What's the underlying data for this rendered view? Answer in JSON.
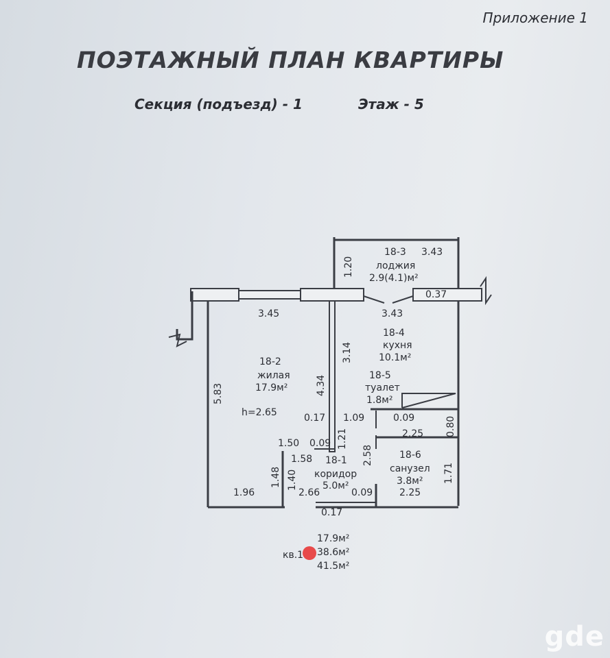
{
  "header": {
    "appendix": "Приложение 1",
    "title": "ПОЭТАЖНЫЙ ПЛАН КВАРТИРЫ",
    "section": "Секция (подъезд) - 1",
    "floor": "Этаж - 5"
  },
  "rooms": [
    {
      "id": "18-3",
      "name": "лоджия",
      "area": "2.9(4.1)м²"
    },
    {
      "id": "18-4",
      "name": "кухня",
      "area": "10.1м²"
    },
    {
      "id": "18-2",
      "name": "жилая",
      "area": "17.9м²"
    },
    {
      "id": "18-5",
      "name": "туалет",
      "area": "1.8м²"
    },
    {
      "id": "18-1",
      "name": "коридор",
      "area": "5.0м²"
    },
    {
      "id": "18-6",
      "name": "санузел",
      "area": "3.8м²"
    }
  ],
  "height": "h=2.65",
  "dimensions": {
    "loggia_width": "3.43",
    "loggia_depth": "1.20",
    "wall_stub": "0.37",
    "living_width": "3.45",
    "kitchen_width": "3.43",
    "kitchen_depth": "3.14",
    "living_length": "5.83",
    "living_partition": "4.34",
    "wall_017_a": "0.17",
    "toilet_width": "1.09",
    "wall_009_a": "0.09",
    "toilet_depth": "0.80",
    "bath_width_top": "2.25",
    "niche_150": "1.50",
    "wall_009_b": "0.09",
    "corr_121": "1.21",
    "corr_258": "2.58",
    "corr_158": "1.58",
    "dim_148": "1.48",
    "dim_140": "1.40",
    "bath_depth": "1.71",
    "dim_196": "1.96",
    "corr_266": "2.66",
    "wall_009_c": "0.09",
    "bath_width_bottom": "2.25",
    "wall_017_b": "0.17"
  },
  "totals": {
    "apt_label": "кв.1",
    "living_area": "17.9м²",
    "total_area": "38.6м²",
    "total_with_loggia": "41.5м²"
  },
  "watermark": "gde"
}
